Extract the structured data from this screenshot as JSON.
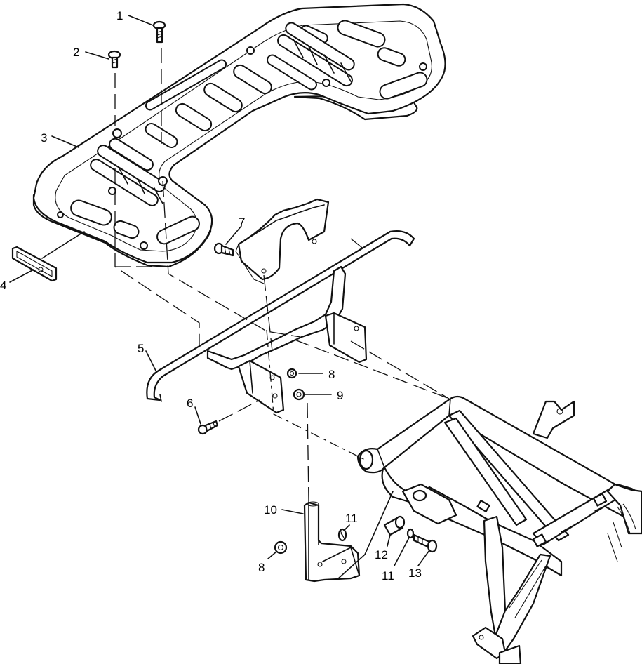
{
  "diagram": {
    "callouts": [
      {
        "id": "c1",
        "label": "1"
      },
      {
        "id": "c2",
        "label": "2"
      },
      {
        "id": "c3",
        "label": "3"
      },
      {
        "id": "c4",
        "label": "4"
      },
      {
        "id": "c5",
        "label": "5"
      },
      {
        "id": "c6",
        "label": "6"
      },
      {
        "id": "c7",
        "label": "7"
      },
      {
        "id": "c8a",
        "label": "8"
      },
      {
        "id": "c9",
        "label": "9"
      },
      {
        "id": "c10",
        "label": "10"
      },
      {
        "id": "c11a",
        "label": "11"
      },
      {
        "id": "c8b",
        "label": "8"
      },
      {
        "id": "c12",
        "label": "12"
      },
      {
        "id": "c11b",
        "label": "11"
      },
      {
        "id": "c13",
        "label": "13"
      }
    ]
  }
}
